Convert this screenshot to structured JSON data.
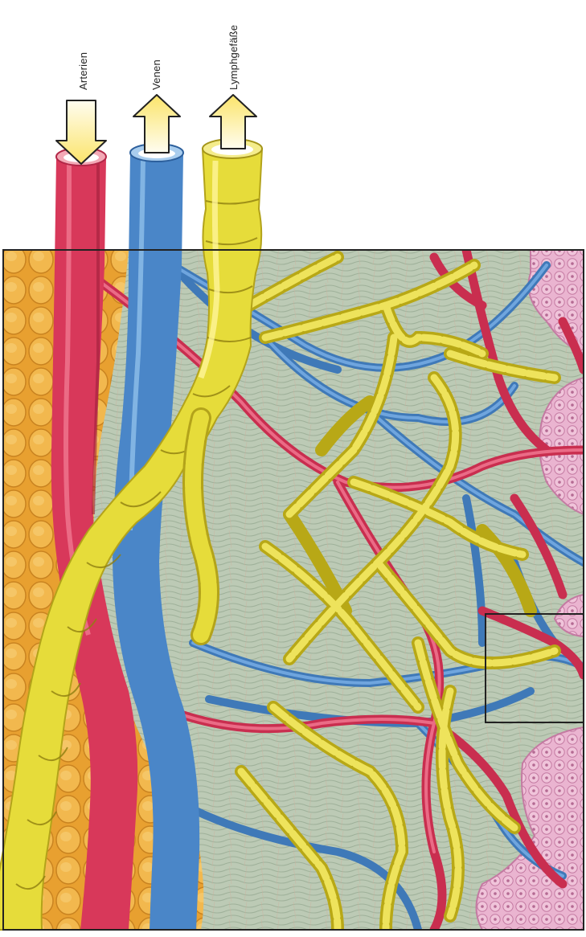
{
  "labels": {
    "arteries": "Arterien",
    "veins": "Venen",
    "lymph": "Lymphgefäße"
  },
  "flow": {
    "arteries": "in",
    "veins": "out",
    "lymph": "out"
  },
  "colors": {
    "artery": "#d8385a",
    "vein": "#4a86c8",
    "lymph": "#e6dc3a",
    "fat": "#e9a437",
    "tissue": "#b9c8b2",
    "gland": "#e8a4c8",
    "arrow": "#f5d85a",
    "frame": "#333333"
  }
}
